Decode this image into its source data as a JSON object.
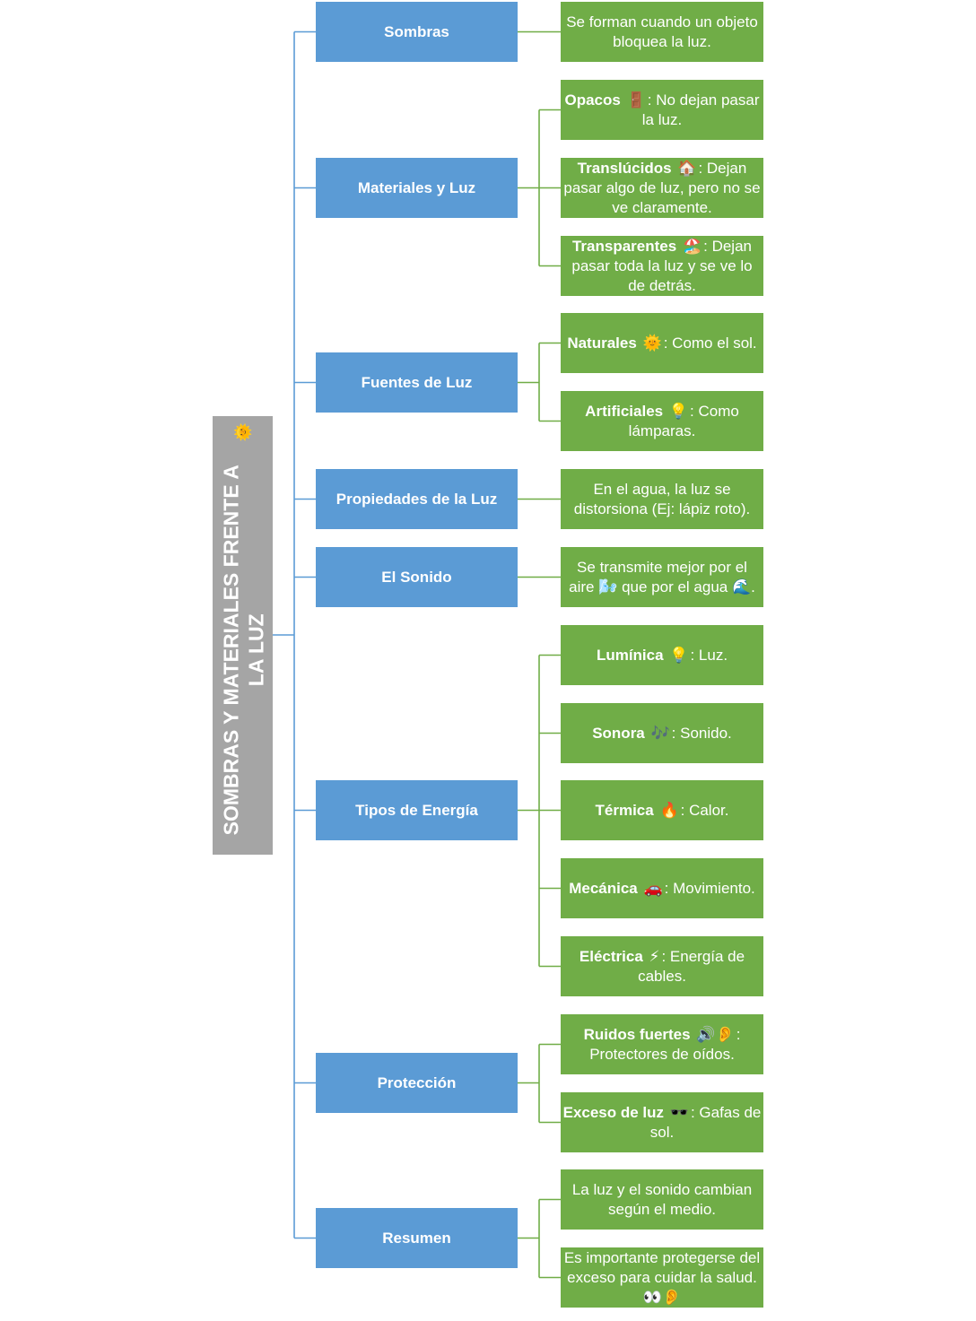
{
  "root": {
    "title": "SOMBRAS Y MATERIALES FRENTE A LA LUZ",
    "icon": "🌞"
  },
  "branches": [
    {
      "label": "Sombras",
      "children": [
        {
          "term": "",
          "icon": "",
          "text": "Se forman cuando un objeto bloquea la luz."
        }
      ]
    },
    {
      "label": "Materiales y Luz",
      "children": [
        {
          "term": "Opacos",
          "icon": "🚪",
          "text": ": No dejan pasar la luz."
        },
        {
          "term": "Translúcidos",
          "icon": "🏠",
          "text": ": Dejan pasar algo de luz, pero no se ve claramente."
        },
        {
          "term": "Transparentes",
          "icon": "🏖️",
          "text": ": Dejan pasar toda la luz y se ve lo de detrás."
        }
      ]
    },
    {
      "label": "Fuentes de Luz",
      "children": [
        {
          "term": "Naturales",
          "icon": "🌞",
          "text": ": Como el sol."
        },
        {
          "term": "Artificiales",
          "icon": "💡",
          "text": ": Como lámparas."
        }
      ]
    },
    {
      "label": "Propiedades de la Luz",
      "children": [
        {
          "term": "",
          "icon": "",
          "text": "En el agua, la luz se distorsiona (Ej: lápiz roto)."
        }
      ]
    },
    {
      "label": "El Sonido",
      "children": [
        {
          "term": "",
          "icon": "",
          "text": "Se transmite mejor por el aire 🌬️ que por el agua 🌊."
        }
      ]
    },
    {
      "label": "Tipos de Energía",
      "children": [
        {
          "term": "Lumínica",
          "icon": "💡",
          "text": ": Luz."
        },
        {
          "term": "Sonora",
          "icon": "🎶",
          "text": ": Sonido."
        },
        {
          "term": "Térmica",
          "icon": "🔥",
          "text": ": Calor."
        },
        {
          "term": "Mecánica",
          "icon": "🚗",
          "text": ": Movimiento."
        },
        {
          "term": "Eléctrica",
          "icon": "⚡",
          "text": ": Energía de cables."
        }
      ]
    },
    {
      "label": "Protección",
      "children": [
        {
          "term": "Ruidos fuertes",
          "icon": "🔊👂",
          "text": ": Protectores de oídos."
        },
        {
          "term": "Exceso de luz",
          "icon": "🕶️",
          "text": ": Gafas de sol."
        }
      ]
    },
    {
      "label": "Resumen",
      "children": [
        {
          "term": "",
          "icon": "",
          "text": "La luz y el sonido cambian según el medio."
        },
        {
          "term": "",
          "icon": "",
          "text": "Es importante protegerse del exceso para cuidar la salud. 👀👂"
        }
      ]
    }
  ],
  "colors": {
    "root": "#a5a5a5",
    "branch": "#5b9bd5",
    "leaf": "#70ad47",
    "branch_line": "#5b9bd5",
    "leaf_line": "#70ad47"
  }
}
